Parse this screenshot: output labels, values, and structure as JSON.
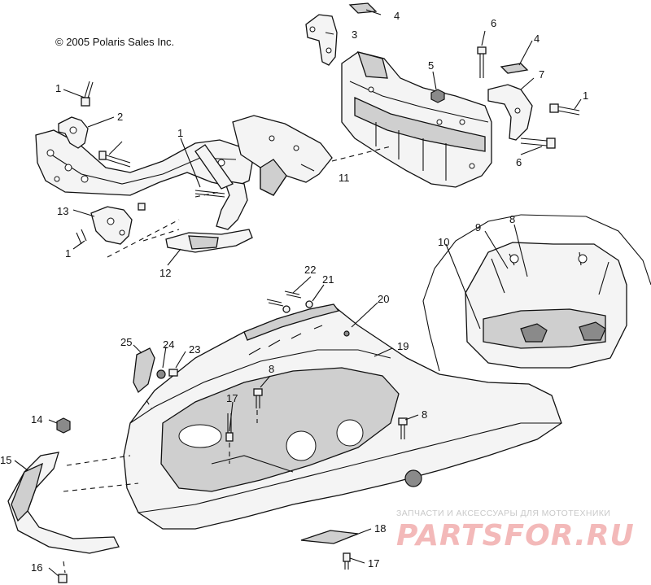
{
  "copyright": "© 2005 Polaris Sales Inc.",
  "watermark": {
    "tagline": "ЗАПЧАСТИ И АКСЕССУАРЫ ДЛЯ МОТОТЕХНИКИ",
    "brand": "PARTSFOR.RU"
  },
  "callouts": {
    "c1a": "1",
    "c1b": "1",
    "c1c": "1",
    "c1d": "1",
    "c2": "2",
    "c3": "3",
    "c4a": "4",
    "c4b": "4",
    "c5": "5",
    "c6a": "6",
    "c6b": "6",
    "c7": "7",
    "c8a": "8",
    "c8b": "8",
    "c8c": "8",
    "c9": "9",
    "c10": "10",
    "c11": "11",
    "c12": "12",
    "c13": "13",
    "c14": "14",
    "c15": "15",
    "c16": "16",
    "c17a": "17",
    "c17b": "17",
    "c18": "18",
    "c19": "19",
    "c20": "20",
    "c21": "21",
    "c22": "22",
    "c23": "23",
    "c24": "24",
    "c25": "25"
  }
}
